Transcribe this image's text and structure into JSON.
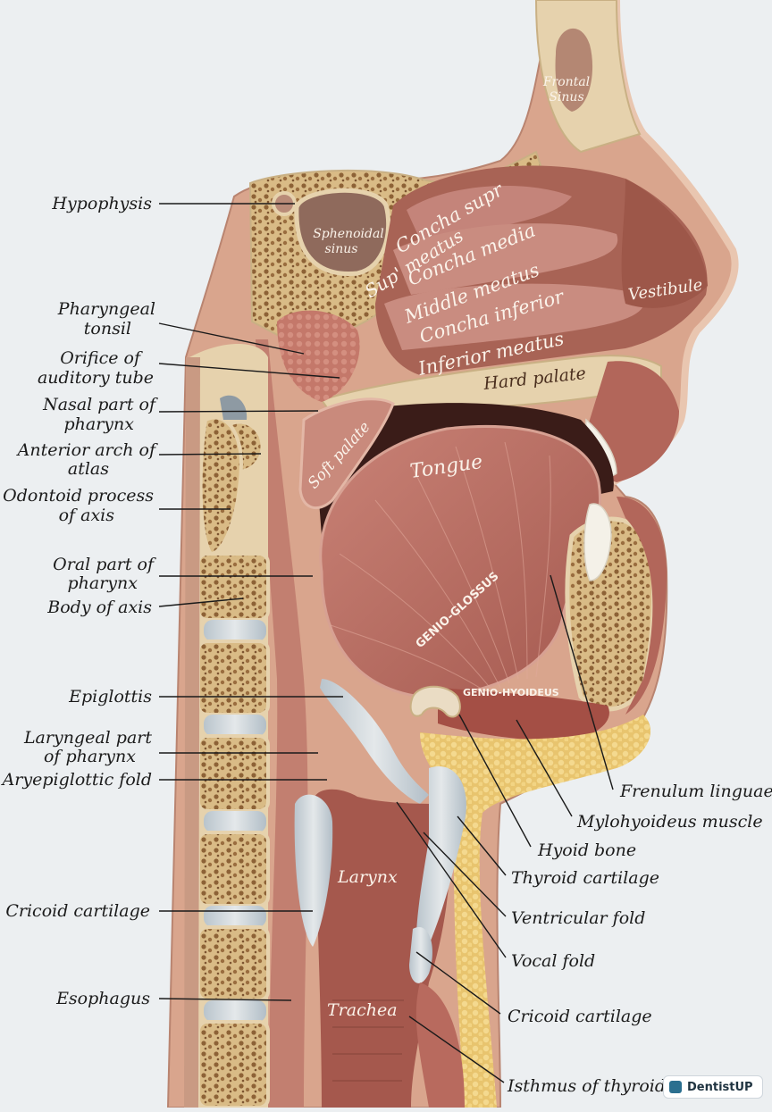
{
  "labels_left": [
    {
      "id": "hypophysis",
      "lines": [
        "Hypophysis"
      ]
    },
    {
      "id": "pharyngeal-tonsil",
      "lines": [
        "Pharyngeal",
        "tonsil"
      ]
    },
    {
      "id": "orifice-auditory-tube",
      "lines": [
        "Orifice of",
        "auditory tube"
      ]
    },
    {
      "id": "nasal-pharynx",
      "lines": [
        "Nasal part of",
        "pharynx"
      ]
    },
    {
      "id": "anterior-arch-atlas",
      "lines": [
        "Anterior arch of",
        "atlas"
      ]
    },
    {
      "id": "odontoid-process",
      "lines": [
        "Odontoid process",
        "of axis"
      ]
    },
    {
      "id": "oral-pharynx",
      "lines": [
        "Oral part of",
        "pharynx"
      ]
    },
    {
      "id": "body-of-axis",
      "lines": [
        "Body of axis"
      ]
    },
    {
      "id": "epiglottis",
      "lines": [
        "Epiglottis"
      ]
    },
    {
      "id": "laryngeal-pharynx",
      "lines": [
        "Laryngeal part",
        "of pharynx"
      ]
    },
    {
      "id": "aryepiglottic-fold",
      "lines": [
        "Aryepiglottic fold"
      ]
    },
    {
      "id": "cricoid-left",
      "lines": [
        "Cricoid cartilage"
      ]
    },
    {
      "id": "esophagus",
      "lines": [
        "Esophagus"
      ]
    }
  ],
  "labels_right": [
    {
      "id": "frenulum-linguae",
      "lines": [
        "Frenulum linguae"
      ]
    },
    {
      "id": "mylohyoideus",
      "lines": [
        "Mylohyoideus muscle"
      ]
    },
    {
      "id": "hyoid-bone",
      "lines": [
        "Hyoid bone"
      ]
    },
    {
      "id": "thyroid-cartilage",
      "lines": [
        "Thyroid cartilage"
      ]
    },
    {
      "id": "ventricular-fold",
      "lines": [
        "Ventricular fold"
      ]
    },
    {
      "id": "vocal-fold",
      "lines": [
        "Vocal fold"
      ]
    },
    {
      "id": "cricoid-right",
      "lines": [
        "Cricoid cartilage"
      ]
    },
    {
      "id": "isthmus-thyroid",
      "lines": [
        "Isthmus of thyroid"
      ]
    }
  ],
  "labels_internal": {
    "frontal_sinus": [
      "Frontal",
      "Sinus"
    ],
    "sphenoidal_sinus": [
      "Sphenoidal",
      "sinus"
    ],
    "concha_supr": "Concha supr",
    "sup_meatus": "Sup' meatus",
    "concha_media": "Concha media",
    "middle_meatus": "Middle meatus",
    "concha_inferior": "Concha inferior",
    "inferior_meatus": "Inferior meatus",
    "hard_palate": "Hard palate",
    "vestibule": "Vestibule",
    "soft_palate": "Soft palate",
    "tongue": "Tongue",
    "genio_glossus": "GENIO-GLOSSUS",
    "genio_hyoideus": "GENIO-HYOIDEUS",
    "larynx": "Larynx",
    "trachea": "Trachea"
  },
  "watermark": "DentistUP",
  "colors": {
    "background": "#eceff1",
    "bone": "#e6d2ad",
    "bone_marrow": "#b98d58",
    "muscle": "#b86a5e",
    "mucosa": "#c98a7c",
    "cartilage": "#cfd6dc",
    "fat": "#eccb78",
    "cavity_dark": "#3a1c18"
  }
}
